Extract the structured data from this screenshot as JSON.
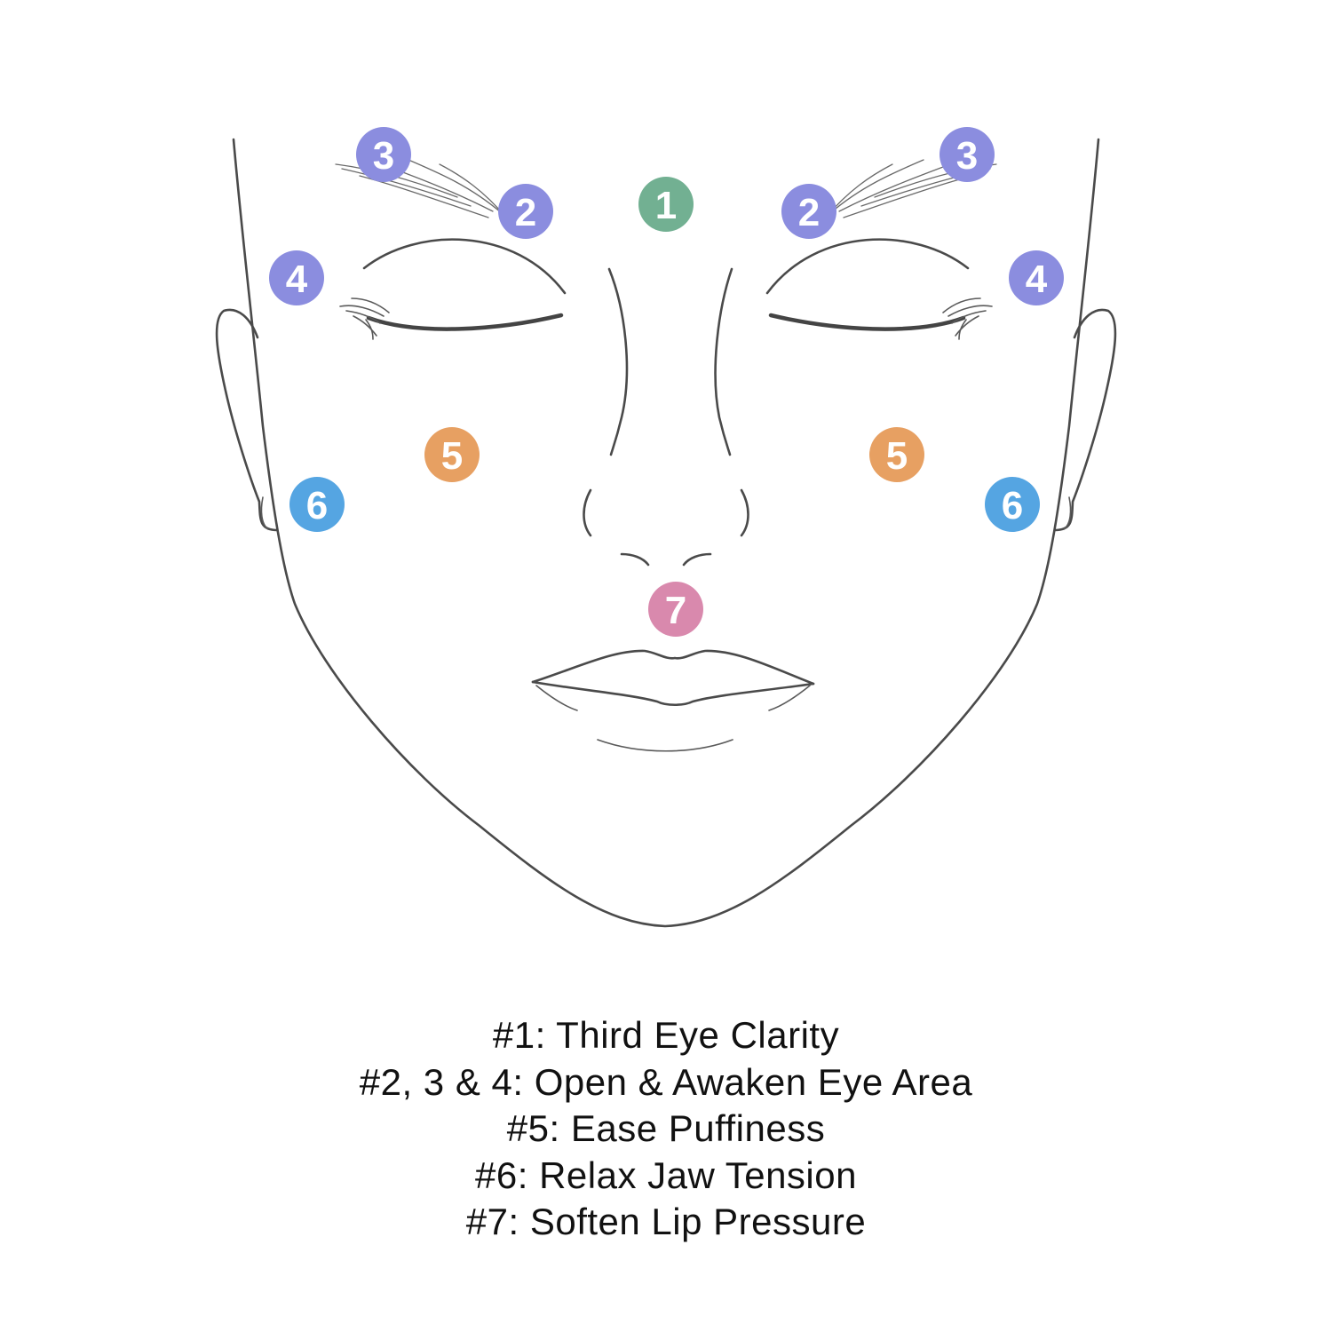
{
  "colors": {
    "point_1": "#72b092",
    "points_2_3_4": "#8b8ddf",
    "point_5": "#e7a062",
    "point_6": "#55a5e2",
    "point_7": "#d989ad",
    "line_art": "#4a4a4a"
  },
  "points": [
    {
      "label": "1",
      "color": "#72b092"
    },
    {
      "label": "2",
      "color": "#8b8ddf"
    },
    {
      "label": "2",
      "color": "#8b8ddf"
    },
    {
      "label": "3",
      "color": "#8b8ddf"
    },
    {
      "label": "3",
      "color": "#8b8ddf"
    },
    {
      "label": "4",
      "color": "#8b8ddf"
    },
    {
      "label": "4",
      "color": "#8b8ddf"
    },
    {
      "label": "5",
      "color": "#e7a062"
    },
    {
      "label": "5",
      "color": "#e7a062"
    },
    {
      "label": "6",
      "color": "#55a5e2"
    },
    {
      "label": "6",
      "color": "#55a5e2"
    },
    {
      "label": "7",
      "color": "#d989ad"
    }
  ],
  "legend": [
    "#1: Third Eye Clarity",
    "#2, 3 & 4: Open & Awaken Eye Area",
    "#5: Ease Puffiness",
    "#6: Relax Jaw Tension",
    "#7: Soften Lip Pressure"
  ]
}
